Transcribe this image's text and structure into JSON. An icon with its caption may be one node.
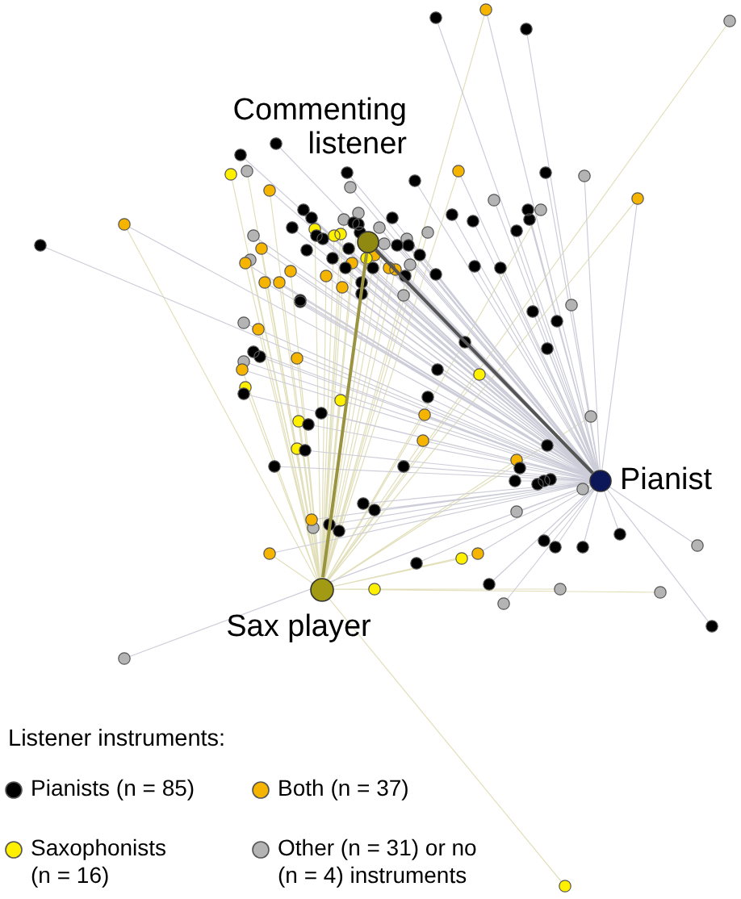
{
  "diagram": {
    "nodes": [
      {
        "text": [],
        "shape": "circle",
        "beside": [
          "Commenting listener"
        ]
      },
      {
        "text": [],
        "shape": "circle",
        "beside": [
          "Pianist"
        ]
      },
      {
        "text": [],
        "shape": "circle",
        "beside": [
          "Sax player"
        ]
      }
    ],
    "edges": [
      {
        "from": 0,
        "to": 2,
        "arrow": "none",
        "color": "#9a9340"
      },
      {
        "from": 0,
        "to": 1,
        "arrow": "none",
        "color": "#555555"
      }
    ],
    "labels": [
      "Listener instruments:"
    ],
    "legend": [
      {
        "text": "Pianists (n = 85)",
        "color": "#000000"
      },
      {
        "text": "Both (n = 37)",
        "color": "#f5b400"
      },
      {
        "text": "Saxophonists (n = 16)",
        "color": "#fff000"
      },
      {
        "text": "Other (n = 31) or no (n = 4) instruments",
        "color": "#b4b4b4"
      }
    ]
  }
}
